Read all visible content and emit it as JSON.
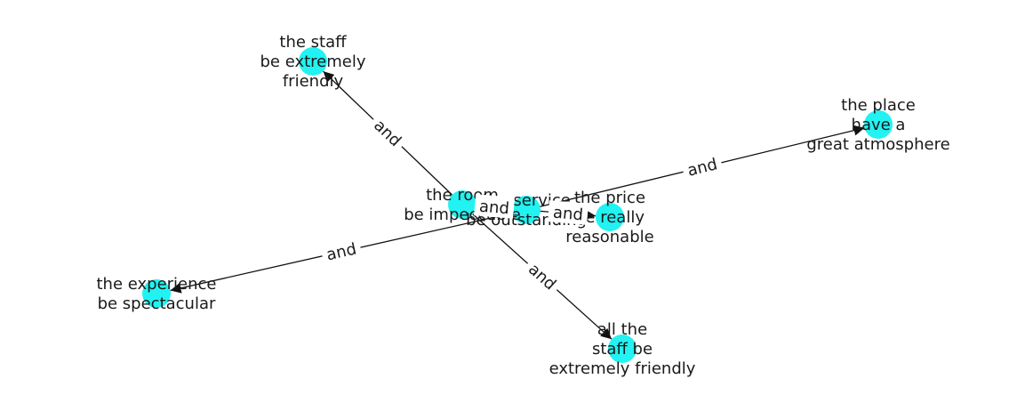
{
  "graph": {
    "node_color": "#22f2f2",
    "edge_color": "#111111",
    "nodes": [
      {
        "id": "room",
        "label": [
          "the room",
          "be impeccable"
        ]
      },
      {
        "id": "service",
        "label": [
          "the service",
          "be outstanding"
        ]
      },
      {
        "id": "price",
        "label": [
          "the price",
          "be really",
          "reasonable"
        ]
      },
      {
        "id": "staff1",
        "label": [
          "the staff",
          "be extremely",
          "friendly"
        ]
      },
      {
        "id": "place",
        "label": [
          "the place",
          "have a",
          "great atmosphere"
        ]
      },
      {
        "id": "experience",
        "label": [
          "the experience",
          "be spectacular"
        ]
      },
      {
        "id": "staff2",
        "label": [
          "all the",
          "staff be",
          "extremely friendly"
        ]
      }
    ],
    "edges": [
      {
        "from": "room",
        "to": "staff1",
        "label": "and"
      },
      {
        "from": "room",
        "to": "staff2",
        "label": "and"
      },
      {
        "from": "room",
        "to": "service",
        "label": "and"
      },
      {
        "from": "service",
        "to": "place",
        "label": "and"
      },
      {
        "from": "service",
        "to": "experience",
        "label": "and"
      },
      {
        "from": "service",
        "to": "price",
        "label": "and"
      }
    ]
  }
}
